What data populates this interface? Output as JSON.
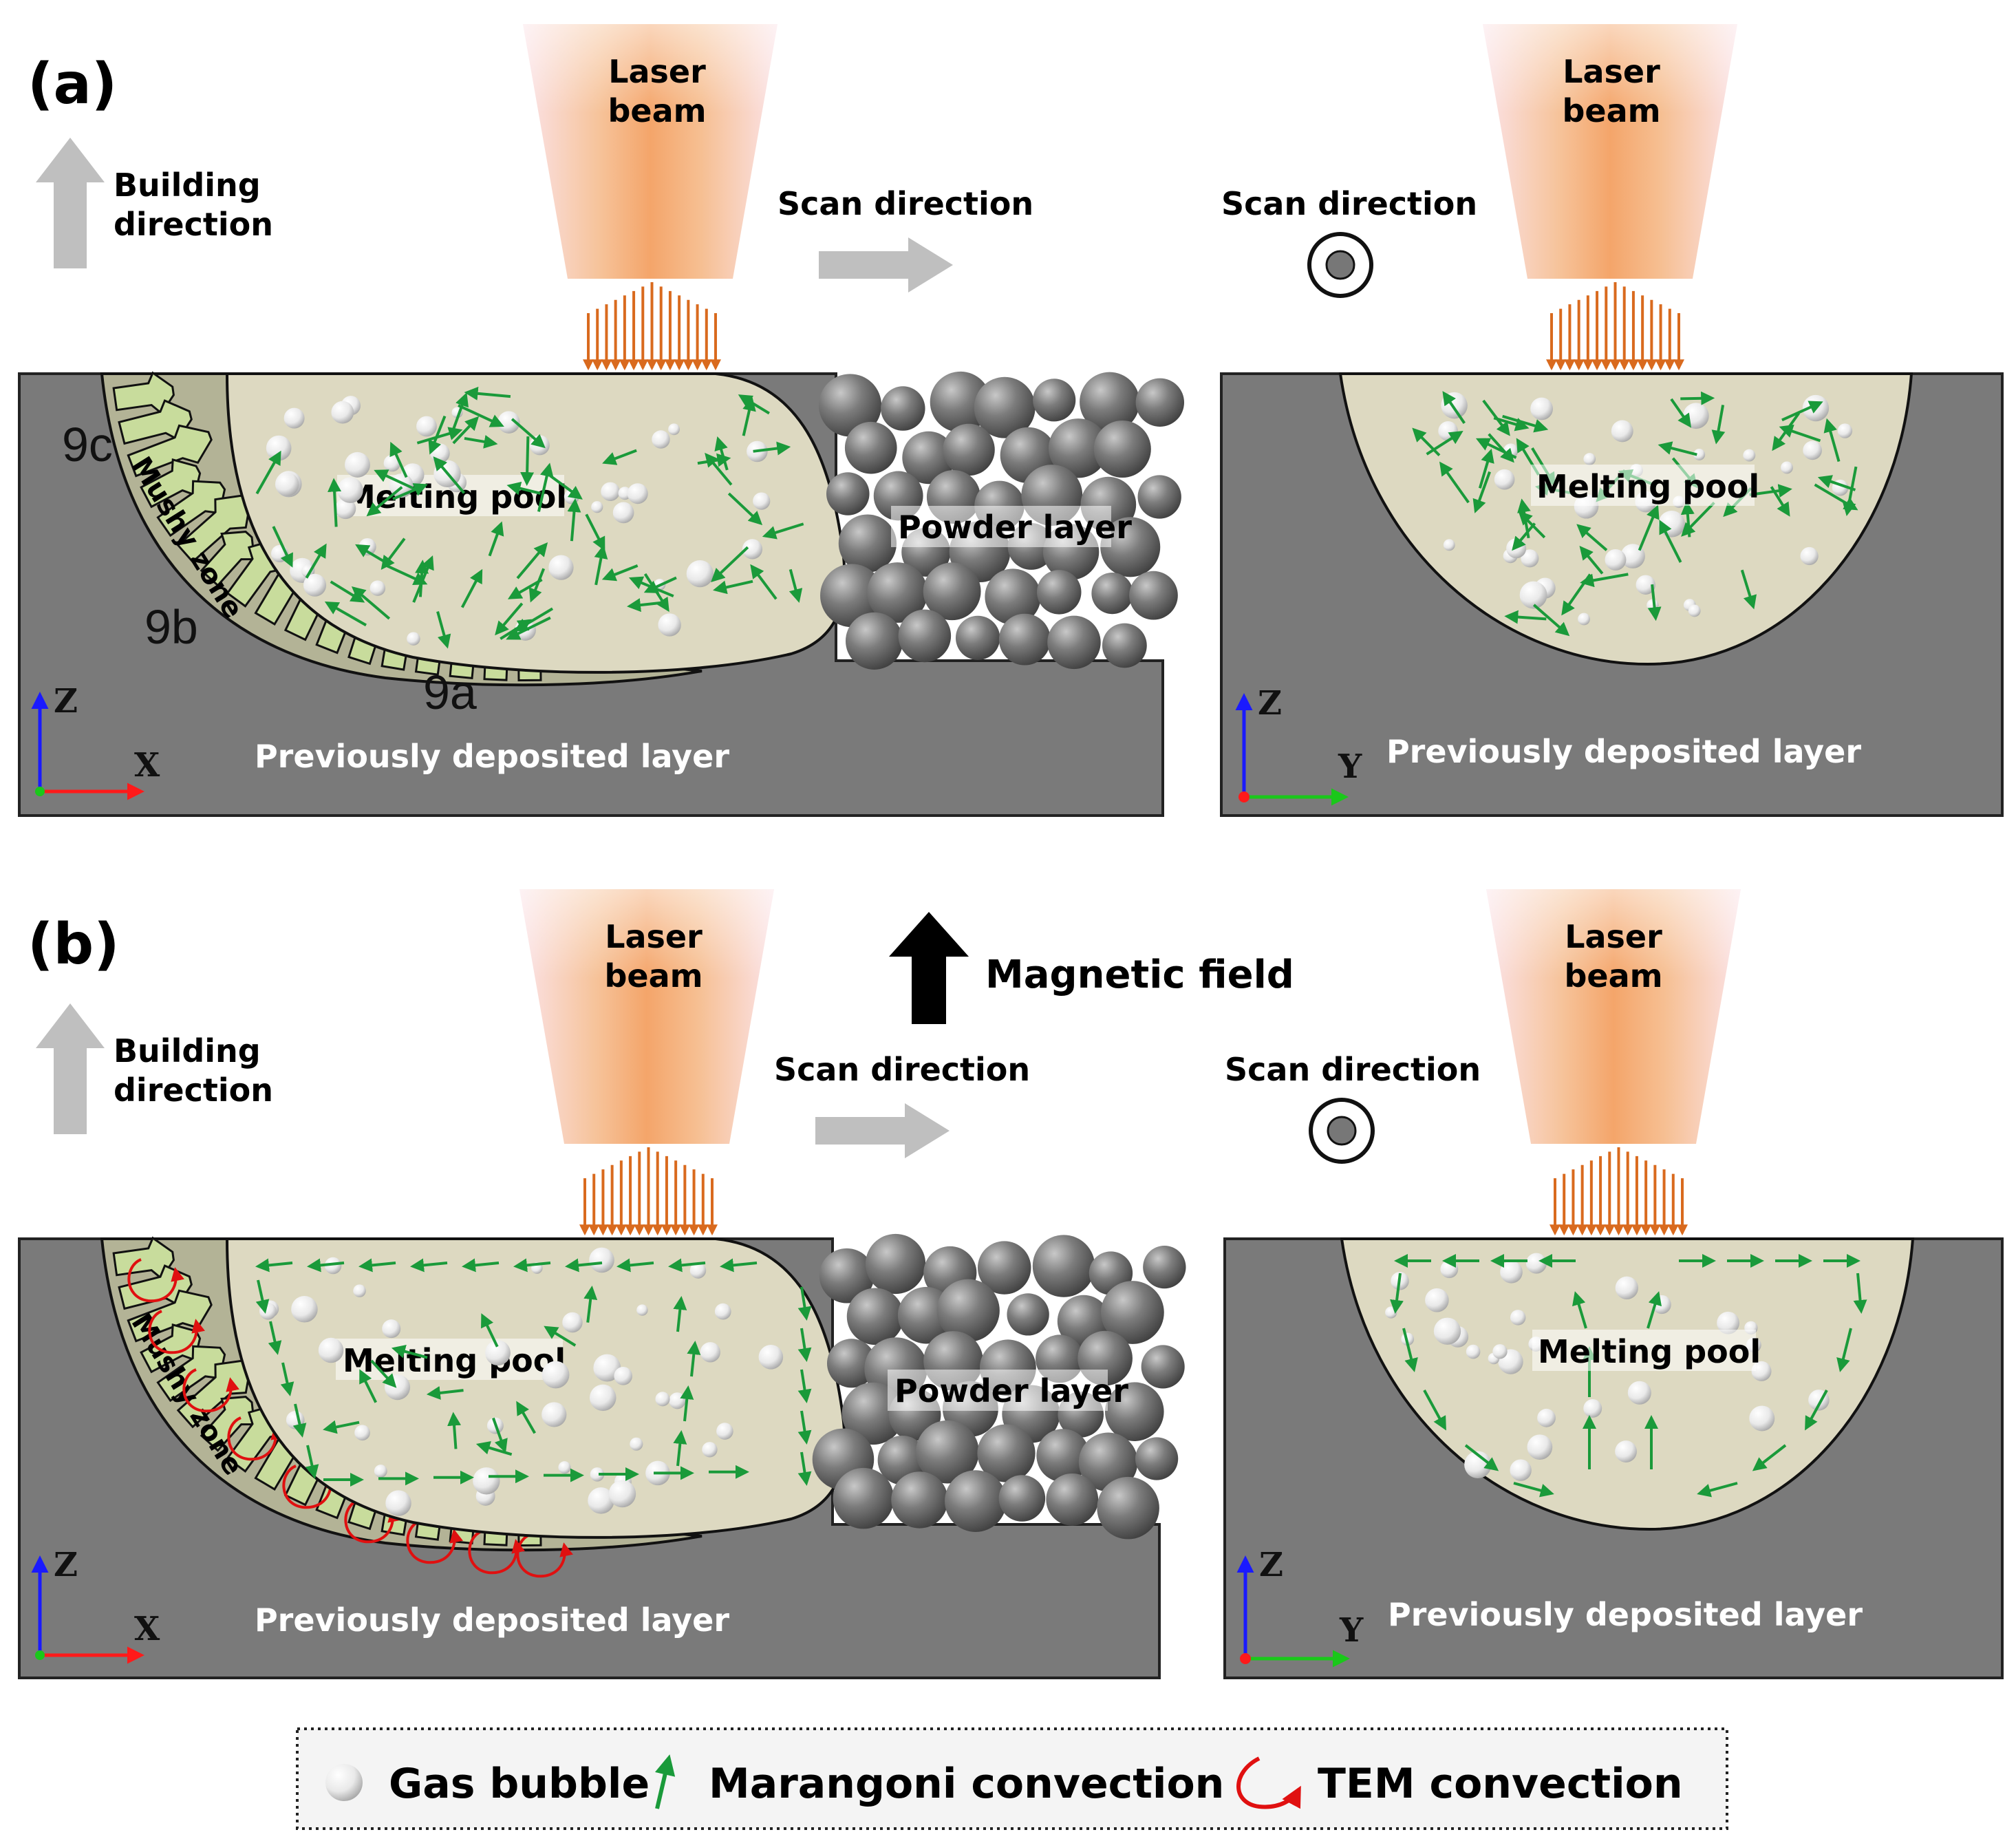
{
  "panels": [
    {
      "letter": "(a)",
      "building_direction": [
        "Building",
        "direction"
      ],
      "laser_left": [
        "Laser",
        "beam"
      ],
      "laser_right": [
        "Laser",
        "beam"
      ],
      "scan_left": "Scan direction",
      "scan_right": "Scan direction",
      "melting_pool_left": "Melting pool",
      "melting_pool_right": "Melting pool",
      "mushy_zone": "Mushy zone",
      "powder_layer": "Powder layer",
      "prev_layer_left": "Previously deposited layer",
      "prev_layer_right": "Previously deposited layer",
      "markers": [
        "9c",
        "9b",
        "9a"
      ],
      "axes_left": [
        "Z",
        "X"
      ],
      "axes_right": [
        "Z",
        "Y"
      ]
    },
    {
      "letter": "(b)",
      "building_direction": [
        "Building",
        "direction"
      ],
      "laser_left": [
        "Laser",
        "beam"
      ],
      "laser_right": [
        "Laser",
        "beam"
      ],
      "magnetic_field": "Magnetic field",
      "scan_left": "Scan direction",
      "scan_right": "Scan direction",
      "melting_pool_left": "Melting pool",
      "melting_pool_right": "Melting pool",
      "mushy_zone": "Mushy zone",
      "powder_layer": "Powder layer",
      "prev_layer_left": "Previously deposited layer",
      "prev_layer_right": "Previously deposited layer",
      "axes_left": [
        "Z",
        "X"
      ],
      "axes_right": [
        "Z",
        "Y"
      ]
    }
  ],
  "legend": {
    "gas_bubble": "Gas bubble",
    "marangoni": "Marangoni convection",
    "tem": "TEM convection"
  },
  "colors": {
    "substrate": "#7a7a7a",
    "pool": "#ddd9c1",
    "mushy": "#b3b396",
    "dendrite": "#c8dc9c",
    "marangoni_arrow": "#1a9a3a",
    "tem_arrow": "#e01010",
    "laser_ray": "#d96a1e",
    "powder": "#6b6b6b"
  }
}
